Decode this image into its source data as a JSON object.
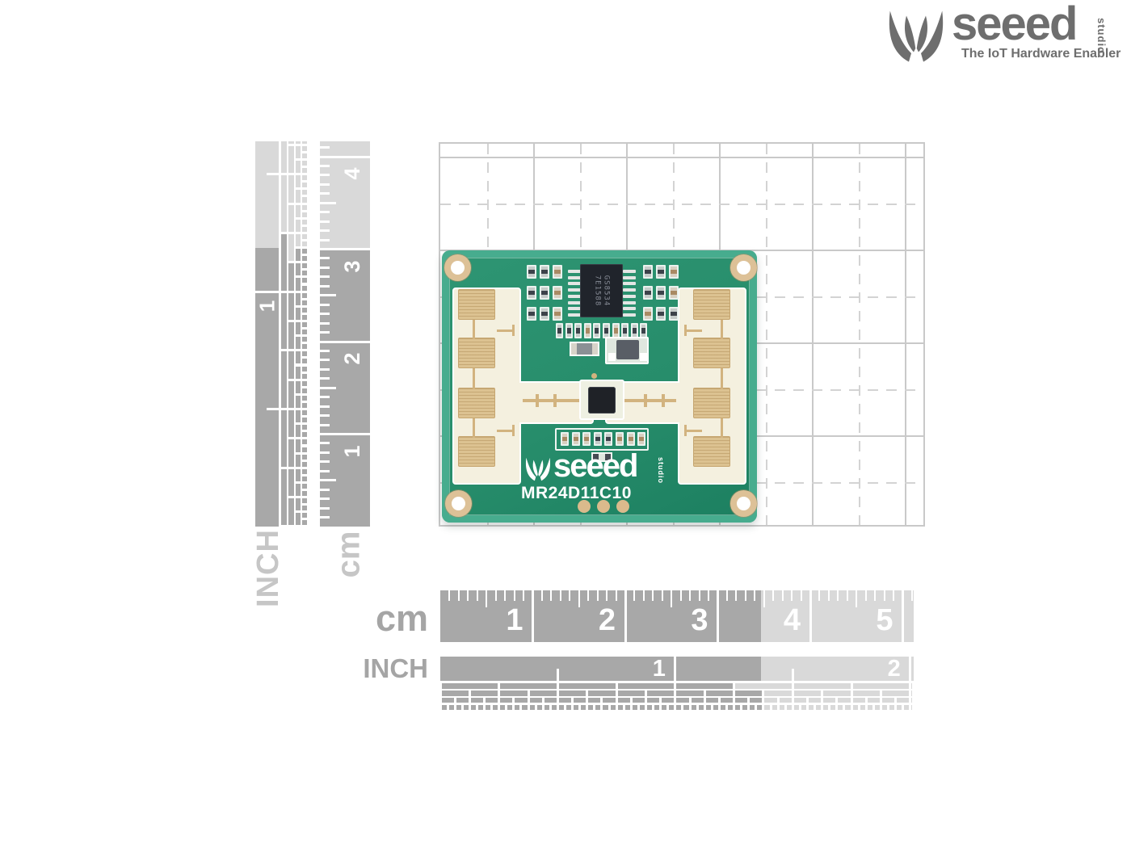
{
  "brand": {
    "name": "seeed",
    "sub": "studio",
    "tagline": "The IoT Hardware Enabler"
  },
  "pcb": {
    "silk_name": "seeed",
    "silk_sub": "studio",
    "model": "MR24D11C10",
    "soic_marking": [
      "GS8534",
      "7E1588"
    ]
  },
  "rulers": {
    "left_inch": {
      "label": "INCH",
      "numbers": [
        "1"
      ]
    },
    "left_cm": {
      "label": "cm",
      "numbers": [
        "1",
        "2",
        "3",
        "4"
      ]
    },
    "bottom_cm": {
      "label": "cm",
      "numbers": [
        "1",
        "2",
        "3",
        "4",
        "5"
      ]
    },
    "bottom_inch": {
      "label": "INCH",
      "numbers": [
        "1",
        "2"
      ]
    }
  },
  "colors": {
    "ruler_dark": "#a8a8a8",
    "ruler_light": "#d9d9d9",
    "grid_solid": "#c9c9c9",
    "grid_dashed": "#d3d3d3",
    "brand_gray": "#6e6e6e",
    "pcb_face": "#278d6b",
    "pcb_border": "#47ac8e",
    "antenna_cream": "#f4f0df",
    "patch_gold": "#dcc291",
    "pad_gold": "#ddc197"
  }
}
